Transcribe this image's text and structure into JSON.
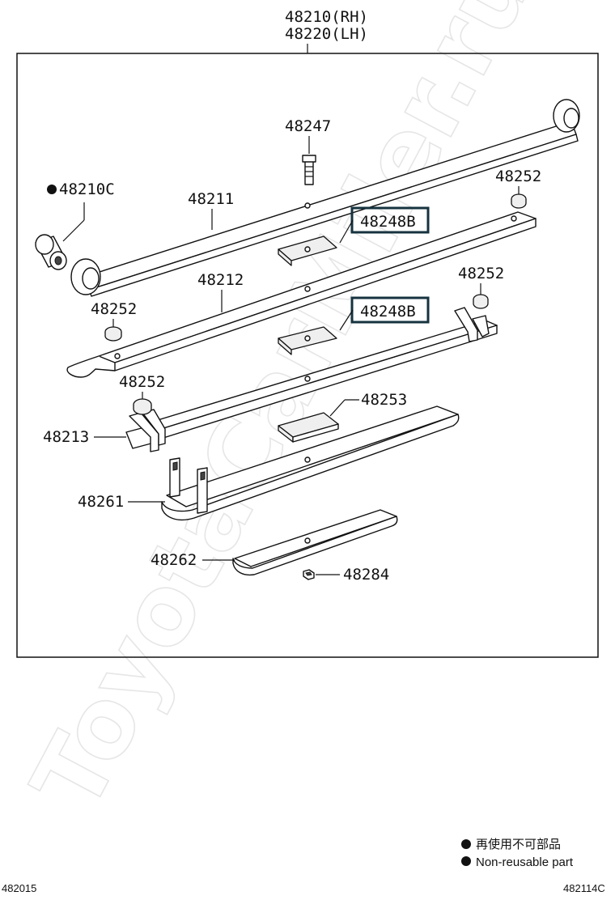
{
  "header": {
    "part_rh": "48210(RH)",
    "part_lh": "48220(LH)"
  },
  "labels": {
    "bolt": "48247",
    "bushing": "48210C",
    "leaf1": "48211",
    "leaf2": "48212",
    "leaf3": "48213",
    "leaf4": "48261",
    "leaf5": "48262",
    "spacer_top": "48248B",
    "spacer_mid": "48248B",
    "clip_pad": "48253",
    "nut": "48284",
    "bumper_a": "48252",
    "bumper_b": "48252",
    "bumper_c": "48252",
    "bumper_d": "48252"
  },
  "watermark": "ToyotaCarMiler.ru",
  "legend": {
    "symbol": "●",
    "jp_text": "再使用不可部品",
    "en_text": "Non-reusable part"
  },
  "footer": {
    "left_code": "482015",
    "right_code": "482114C"
  }
}
